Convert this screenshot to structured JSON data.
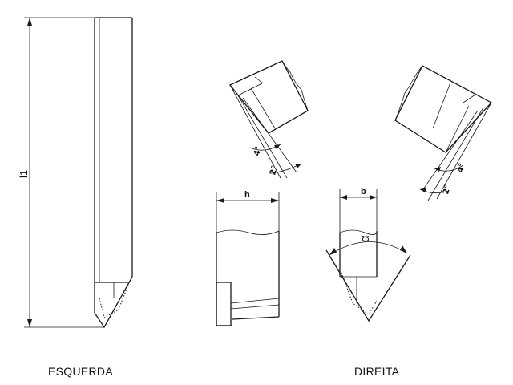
{
  "diagram": {
    "caption_left": "ESQUERDA",
    "caption_right": "DIREITA",
    "dim_length": "l1",
    "dim_height": "h",
    "dim_width": "b",
    "angle_alpha": "α",
    "angle_4": "4°",
    "angle_2": "2°"
  }
}
